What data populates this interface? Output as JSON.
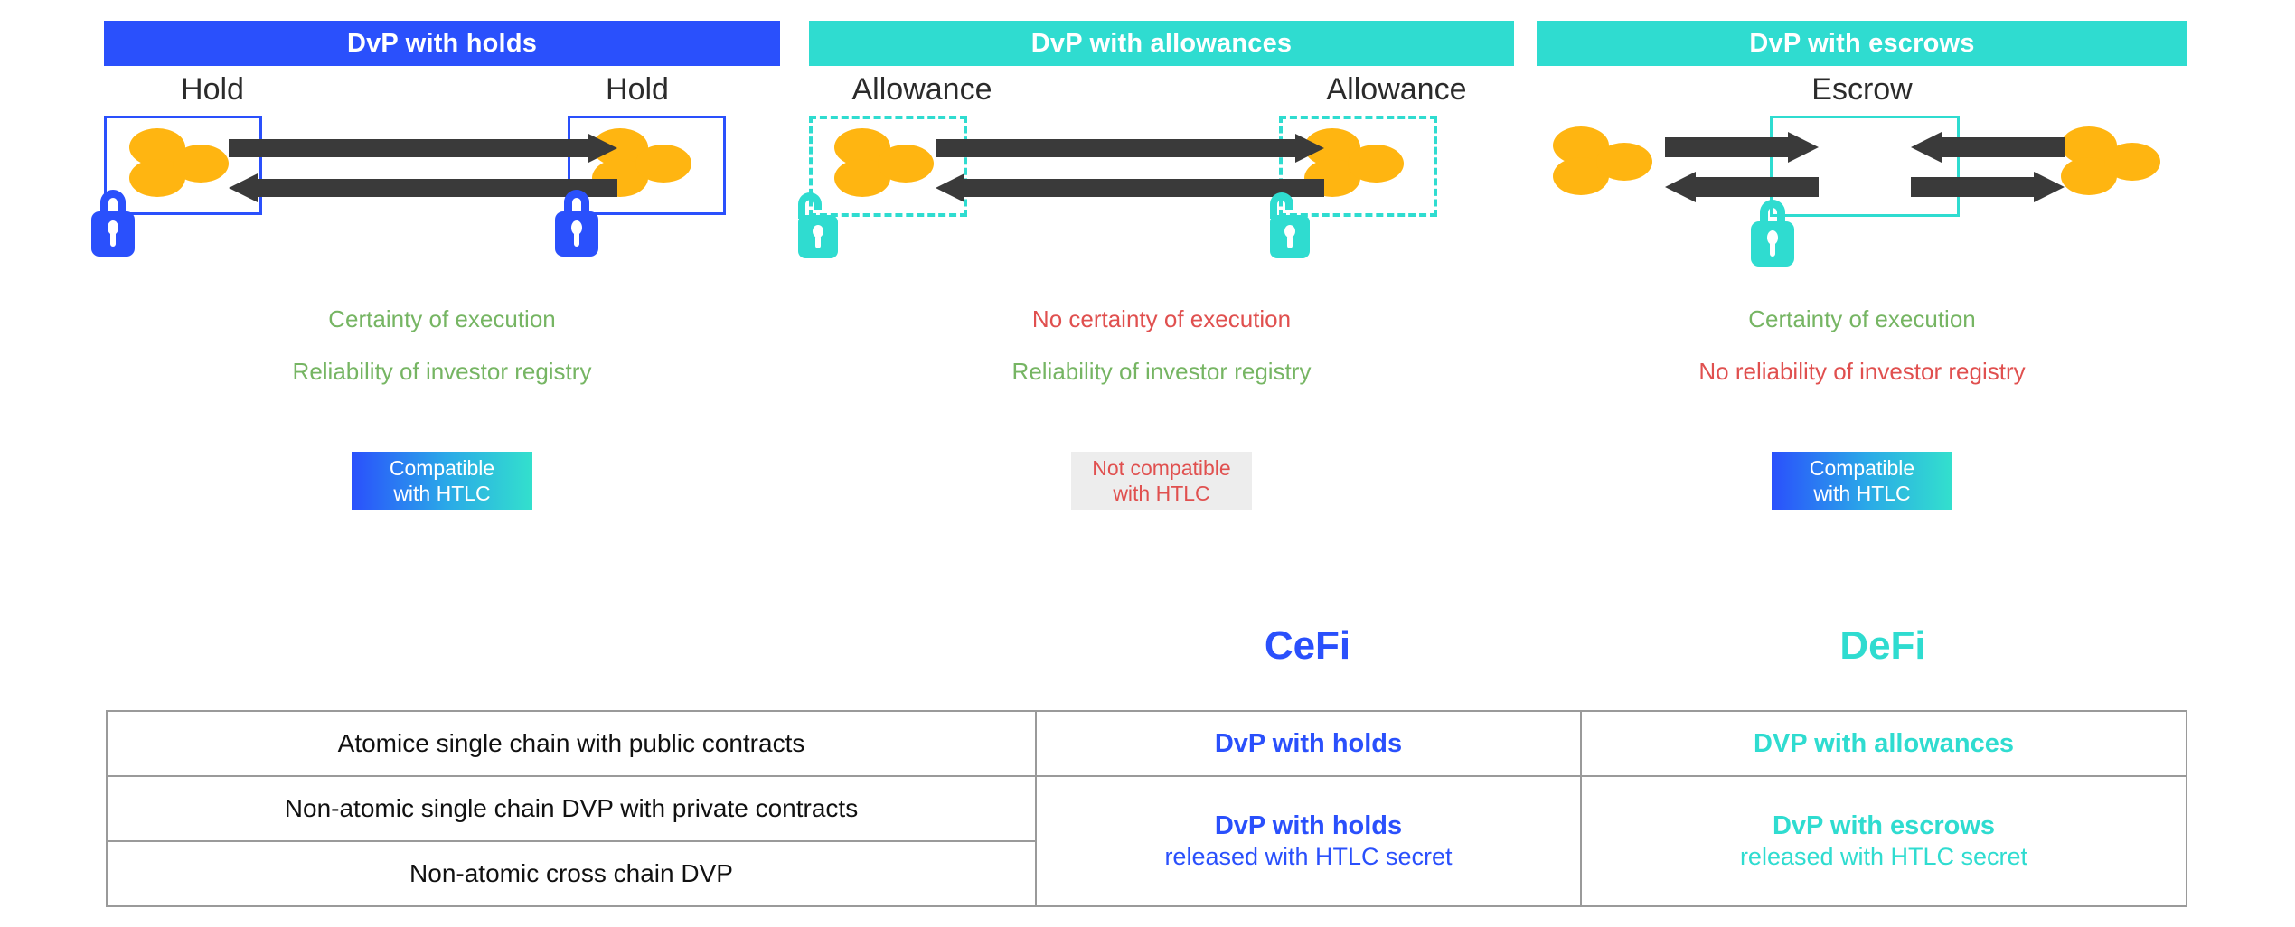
{
  "colors": {
    "cefi_blue": "#2a50fc",
    "defi_teal": "#2fdcd0",
    "coin_gold": "#ffb511",
    "arrow_dark": "#3a3a3a",
    "good_green": "#76b563",
    "bad_red": "#e0504f",
    "badge_gray": "#ededed",
    "table_border": "#9a9a9a"
  },
  "panels": [
    {
      "id": "holds",
      "header": "DvP with holds",
      "header_style": "blue",
      "left_label": "Hold",
      "right_label": "Hold",
      "container_style": "solid-blue",
      "lock_icon": "padlock-closed-icon",
      "lock_state": "closed",
      "features": [
        {
          "text": "Certainty of execution",
          "tone": "good"
        },
        {
          "text": "Reliability of investor registry",
          "tone": "good"
        }
      ],
      "badge": {
        "line1": "Compatible",
        "line2": "with HTLC",
        "style": "gradient"
      }
    },
    {
      "id": "allowances",
      "header": "DvP with allowances",
      "header_style": "teal",
      "left_label": "Allowance",
      "right_label": "Allowance",
      "container_style": "dashed-teal",
      "lock_icon": "padlock-open-icon",
      "lock_state": "open",
      "features": [
        {
          "text": "No certainty of execution",
          "tone": "bad"
        },
        {
          "text": "Reliability of investor registry",
          "tone": "good"
        }
      ],
      "badge": {
        "line1": "Not compatible",
        "line2": "with HTLC",
        "style": "gray"
      }
    },
    {
      "id": "escrows",
      "header": "DvP with escrows",
      "header_style": "teal",
      "center_label": "Escrow",
      "container_style": "solid-teal",
      "lock_icon": "padlock-closed-icon",
      "lock_state": "closed",
      "features": [
        {
          "text": "Certainty of execution",
          "tone": "good"
        },
        {
          "text": "No reliability of investor registry",
          "tone": "bad"
        }
      ],
      "badge": {
        "line1": "Compatible",
        "line2": "with HTLC",
        "style": "gradient"
      }
    }
  ],
  "matrix": {
    "column_headings": {
      "cefi": "CeFi",
      "defi": "DeFi"
    },
    "rows": [
      {
        "label": "Atomice single chain with public contracts",
        "cefi": {
          "main": "DvP with holds",
          "sub": ""
        },
        "defi": {
          "main": "DVP with allowances",
          "sub": ""
        }
      },
      {
        "label": "Non-atomic single chain DVP with private contracts",
        "cefi": {
          "main": "DvP with holds",
          "sub": "released with HTLC secret"
        },
        "defi": {
          "main": "DvP with escrows",
          "sub": "released with HTLC secret"
        }
      },
      {
        "label": "Non-atomic cross chain DVP",
        "cefi": null,
        "defi": null
      }
    ]
  }
}
